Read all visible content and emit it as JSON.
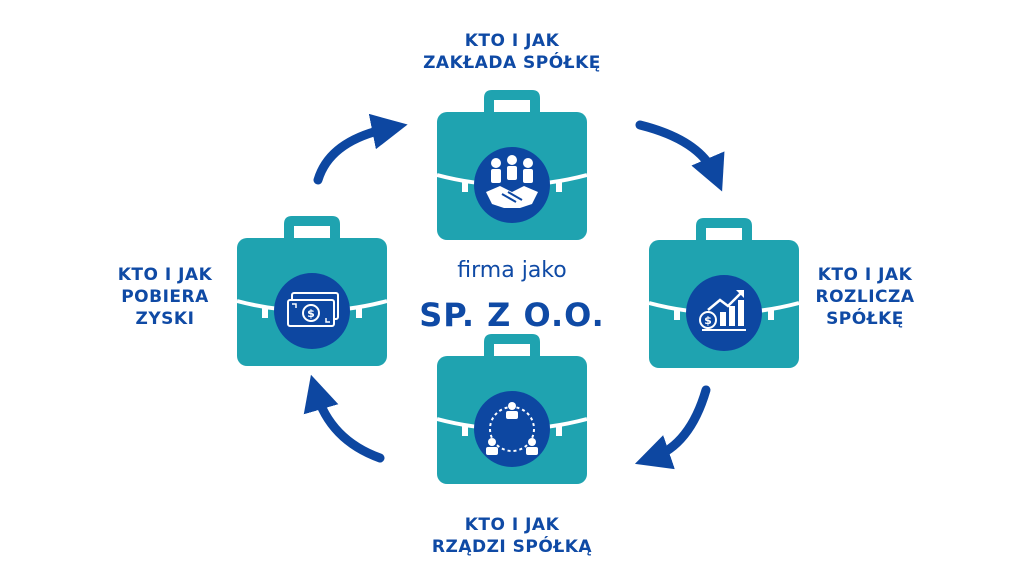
{
  "center": {
    "subtitle": "firma jako",
    "title": "SP. Z O.O."
  },
  "steps": [
    {
      "id": "top",
      "line1": "KTO I JAK",
      "line2": "ZAKŁADA SPÓŁKĘ",
      "icon": "handshake-icon"
    },
    {
      "id": "right",
      "line1": "KTO I JAK",
      "line2": "ROZLICZA",
      "line3": "SPÓŁKĘ",
      "icon": "growth-chart-icon"
    },
    {
      "id": "bottom",
      "line1": "KTO I JAK",
      "line2": "RZĄDZI SPÓŁKĄ",
      "icon": "team-network-icon"
    },
    {
      "id": "left",
      "line1": "KTO I JAK",
      "line2": "POBIERA",
      "line3": "ZYSKI",
      "icon": "banknote-dollar-icon"
    }
  ],
  "colors": {
    "briefcase": "#1fa3b0",
    "briefcase_dark": "#1791a0",
    "badge": "#0d47a1",
    "arrow": "#0d47a1",
    "text": "#0f4aa5"
  }
}
